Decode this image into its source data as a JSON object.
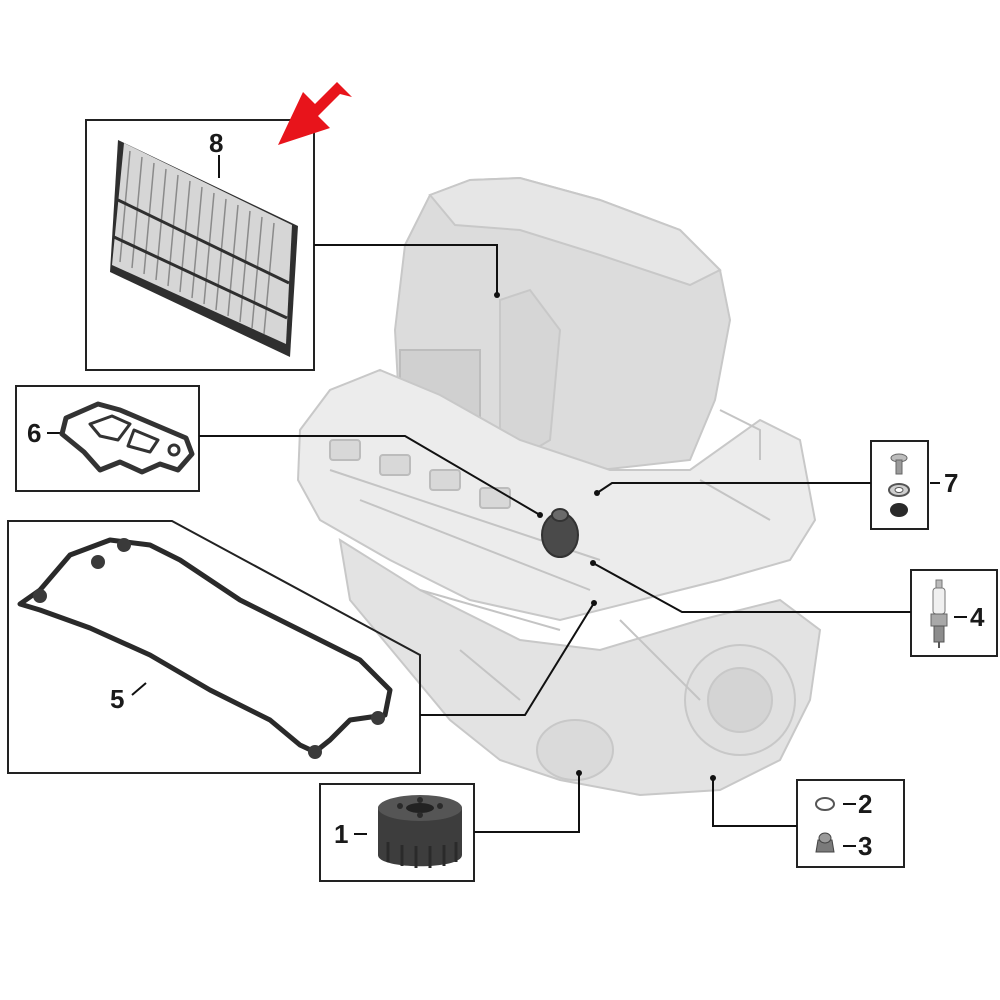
{
  "callouts": {
    "c1": "1",
    "c2": "2",
    "c3": "3",
    "c4": "4",
    "c5": "5",
    "c6": "6",
    "c7": "7",
    "c8": "8"
  },
  "highlight": {
    "target_callout": "8",
    "arrow_color": "#e8141b"
  },
  "colors": {
    "engine_fill": "#e9e9e9",
    "engine_stroke": "#c4c4c4",
    "part_dark": "#3a3a3a",
    "box_stroke": "#222222",
    "leader_stroke": "#111111"
  }
}
